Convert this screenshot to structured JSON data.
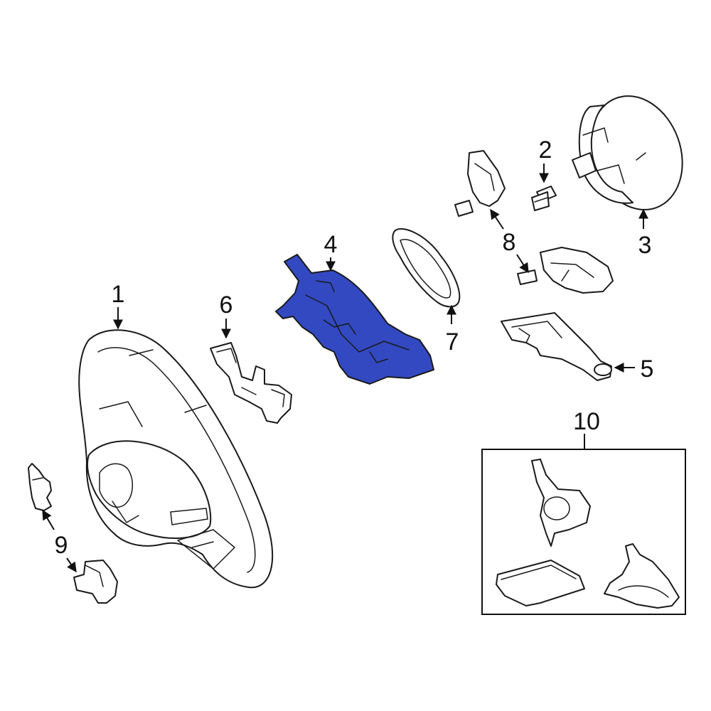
{
  "colors": {
    "highlight": "#3349c2",
    "line": "#1a1a1a",
    "background": "#ffffff"
  },
  "callouts": {
    "c1": "1",
    "c2": "2",
    "c3": "3",
    "c4": "4",
    "c5": "5",
    "c6": "6",
    "c7": "7",
    "c8": "8",
    "c9": "9",
    "c10": "10"
  },
  "highlighted_part": "4"
}
